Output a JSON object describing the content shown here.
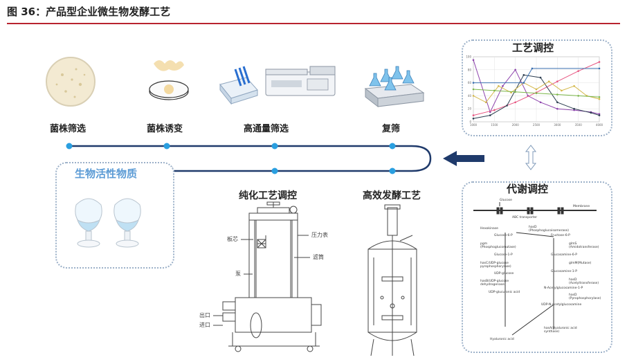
{
  "figure_title": "图 36：产品型企业微生物发酵工艺",
  "steps": [
    {
      "label": "菌株筛选",
      "icon": "petri-dish-colonies-icon"
    },
    {
      "label": "菌株诱变",
      "icon": "petri-dish-mutation-icon"
    },
    {
      "label": "高通量筛选",
      "icon": "high-throughput-screener-icon"
    },
    {
      "label": "复筛",
      "icon": "shake-flask-incubator-icon"
    }
  ],
  "product": {
    "label": "生物活性物质"
  },
  "purification": {
    "label": "纯化工艺调控",
    "callouts": {
      "core": "板芯",
      "gauge": "压力表",
      "barrel": "滤筒",
      "pump": "泵",
      "outlet": "出口",
      "inlet": "进口"
    }
  },
  "fermentation": {
    "label": "高效发酵工艺"
  },
  "process_control": {
    "label": "工艺调控"
  },
  "metabolic_control": {
    "label": "代谢调控",
    "pathway": {
      "glucose": "Glucose",
      "membrane": "Membrane",
      "transporter": "ABC transporter",
      "hexokinase": "Hexokinase",
      "glc6p": "Glucose-6-P",
      "hasd": "hasD",
      "hasd_sub": "(Phosphoglucoisomerase)",
      "fru6p": "Fructose-6-P",
      "pgm": "pgm",
      "pgm_sub": "(Phosphoglucomutase)",
      "glms": "glmS",
      "glms_sub": "(Amidotransferase)",
      "glc1p": "Glucose-1-P",
      "glcn6p": "Glucosamine-6-P",
      "hasc": "hasC/UDP-glucose",
      "hasc_sub": "pyrophosphorylase)",
      "glmm": "glmM(Mutase)",
      "udpglc": "UDP-glucose",
      "glcn1p": "Glucosamine-1-P",
      "hasb": "hasB(UDP-glucose",
      "hasb_sub": "dehydrogenase)",
      "hasd2": "hasD",
      "hasd2_sub": "(Acetyltransferase)",
      "udpglca": "UDP-glucuronic acid",
      "nacglcn1p": "N-Acetylglucosamine-1-P",
      "hasd3": "hasD",
      "hasd3_sub": "(Pyrophosphorylase)",
      "udpnac": "UDP-N-acetylglucosamine",
      "hasa": "hasA(Hyaluronic acid",
      "hasa_sub": "synthase)",
      "ha": "Hyaluronic acid"
    }
  },
  "chart_data": {
    "type": "line",
    "x_ticks": [
      "1000",
      "1500",
      "2000",
      "2500",
      "3000",
      "3500",
      "4000"
    ],
    "y_ticks": [
      "0",
      "20",
      "40",
      "60",
      "80",
      "100"
    ],
    "xlim": [
      1000,
      4000
    ],
    "ylim": [
      0,
      100
    ],
    "grid": true,
    "series": [
      {
        "color": "#8e44ad",
        "x": [
          1000,
          1400,
          1700,
          2000,
          2300,
          2600,
          3000,
          3400,
          3800,
          4000
        ],
        "y": [
          95,
          15,
          55,
          80,
          40,
          30,
          20,
          18,
          15,
          12
        ]
      },
      {
        "color": "#e75480",
        "x": [
          1000,
          1500,
          2000,
          2500,
          3000,
          3500,
          4000
        ],
        "y": [
          10,
          18,
          30,
          45,
          62,
          78,
          92
        ]
      },
      {
        "color": "#2c3e50",
        "x": [
          1000,
          1400,
          1800,
          2200,
          2600,
          3000,
          3400,
          3800,
          4000
        ],
        "y": [
          5,
          10,
          25,
          72,
          68,
          30,
          20,
          14,
          10
        ]
      },
      {
        "color": "#d4b84a",
        "x": [
          1000,
          1300,
          1600,
          1900,
          2200,
          2500,
          2800,
          3100,
          3400,
          3700,
          4000
        ],
        "y": [
          40,
          30,
          55,
          45,
          60,
          50,
          62,
          48,
          55,
          40,
          35
        ]
      },
      {
        "color": "#7ab648",
        "x": [
          1000,
          1500,
          2000,
          2500,
          3000,
          3500,
          4000
        ],
        "y": [
          50,
          48,
          46,
          44,
          42,
          40,
          38
        ]
      },
      {
        "color": "#3a6fb0",
        "x": [
          1000,
          2200,
          2400,
          4000
        ],
        "y": [
          60,
          60,
          82,
          82
        ]
      }
    ]
  }
}
